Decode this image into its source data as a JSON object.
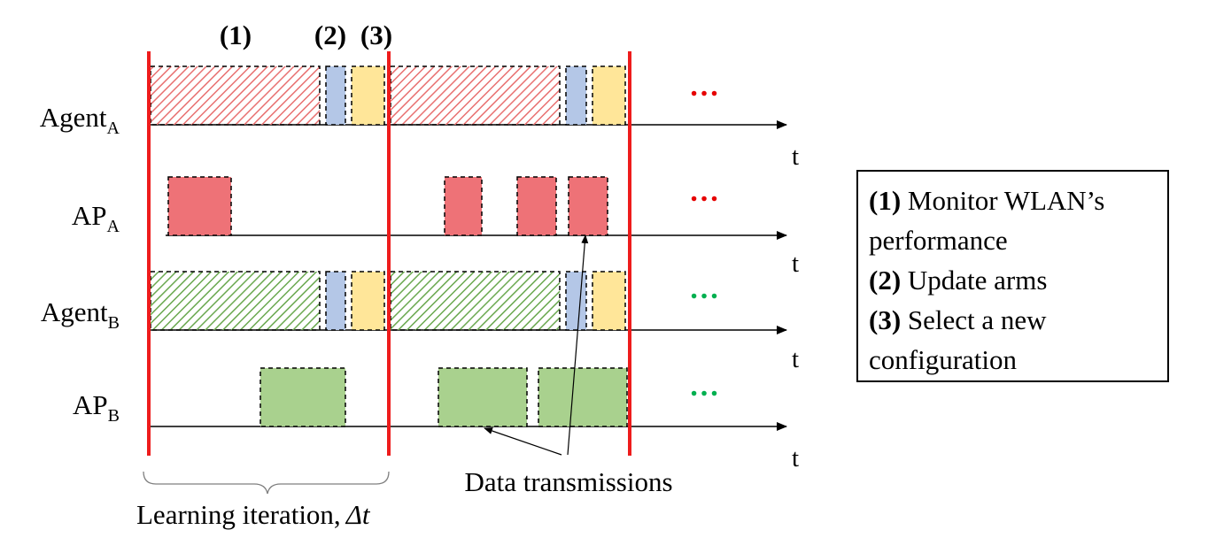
{
  "phase_labels": [
    "(1)",
    "(2)",
    "(3)"
  ],
  "rows": [
    {
      "name": "Agent",
      "sub": "A"
    },
    {
      "name": "AP",
      "sub": "A"
    },
    {
      "name": "Agent",
      "sub": "B"
    },
    {
      "name": "AP",
      "sub": "B"
    }
  ],
  "time_axis_label": "t",
  "ellipsis": "…",
  "annotation": "Data transmissions",
  "brace_label_text": "Learning iteration,",
  "brace_label_symbol": "Δt",
  "legend": [
    {
      "num": "(1)",
      "text": " Monitor WLAN’s"
    },
    {
      "num": "",
      "text": "performance"
    },
    {
      "num": "(2)",
      "text": " Update arms"
    },
    {
      "num": "(3)",
      "text": " Select a new"
    },
    {
      "num": "",
      "text": "configuration"
    }
  ],
  "colors": {
    "boundary": "#ee1c1c",
    "agent_a_hatch": "#e87070",
    "agent_b_hatch": "#6aa84f",
    "update": "#b4c7e7",
    "select": "#ffe699",
    "ap_a": "#ee7277",
    "ap_b": "#a9d18e",
    "dots_a": "#e60000",
    "dots_b": "#00b050"
  }
}
